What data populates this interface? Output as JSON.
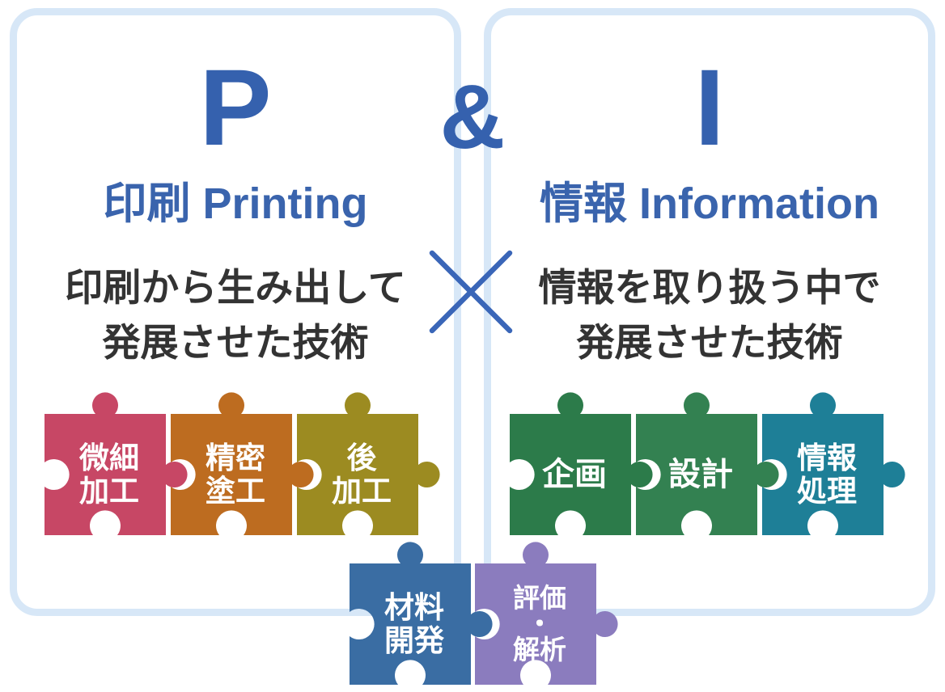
{
  "connector": {
    "ampersand": "&",
    "cross_icon": "multiply-cross"
  },
  "left_card": {
    "letter": "P",
    "heading": "印刷 Printing",
    "description": "印刷から生み出して\n発展させた技術",
    "pieces": [
      {
        "label": "微細\n加工",
        "color": "#c74765"
      },
      {
        "label": "精密\n塗工",
        "color": "#bd6c20"
      },
      {
        "label": "後\n加工",
        "color": "#9c8b21"
      }
    ]
  },
  "right_card": {
    "letter": "I",
    "heading": "情報 Information",
    "description": "情報を取り扱う中で\n発展させた技術",
    "pieces": [
      {
        "label": "企画",
        "color": "#2c7b4a"
      },
      {
        "label": "設計",
        "color": "#338151"
      },
      {
        "label": "情報\n処理",
        "color": "#1e7f97"
      }
    ]
  },
  "bottom_pieces": [
    {
      "label": "材料\n開発",
      "color": "#3a6da3"
    },
    {
      "label": "評価\n・\n解析",
      "color": "#8b7cbe"
    }
  ],
  "colors": {
    "accent_blue": "#3561ae",
    "heading_blue": "#3a64ad",
    "cross_blue": "#3a66b8",
    "card_border": "#d7e7f7",
    "text_dark": "#333333",
    "piece_text": "#ffffff"
  }
}
